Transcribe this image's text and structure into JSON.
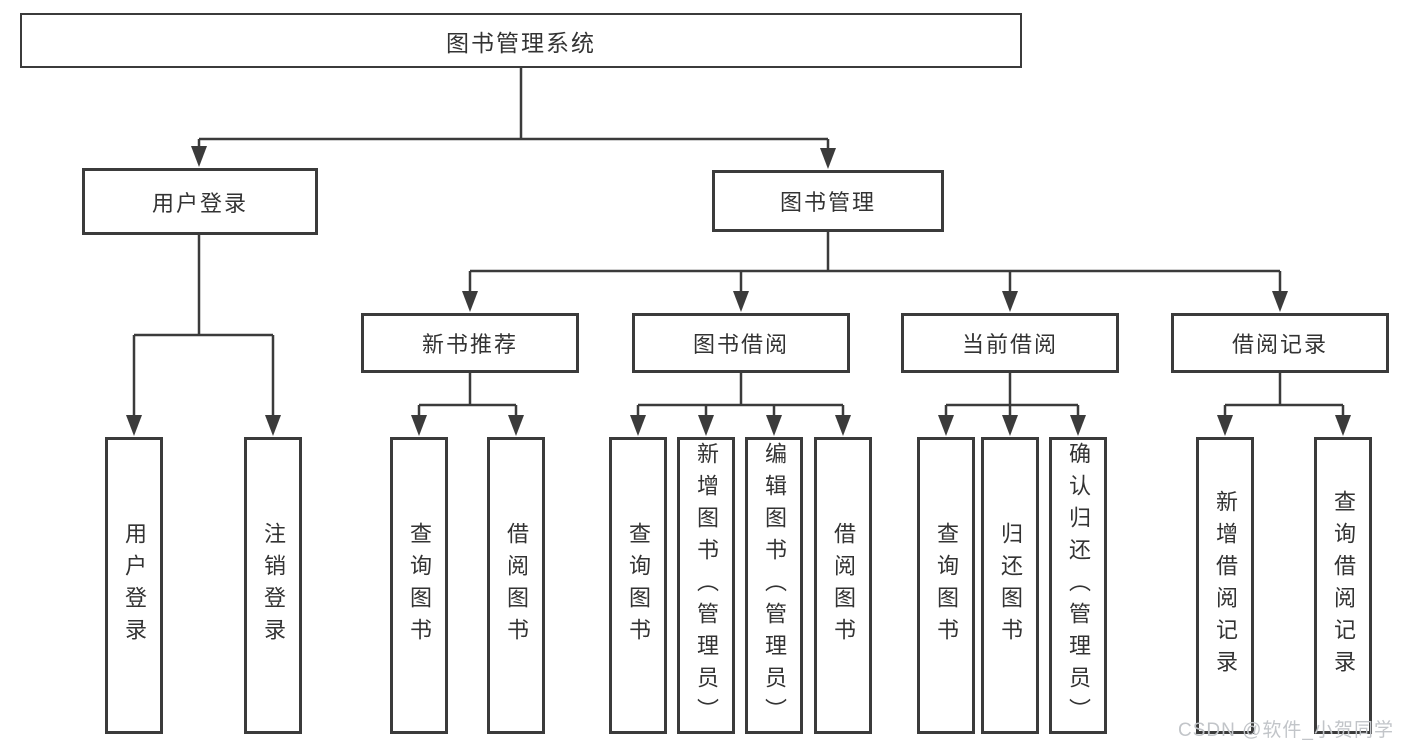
{
  "colors": {
    "line": "#3b3b3b",
    "text": "#333333",
    "watermark": "#c2c5c9",
    "background": "#ffffff"
  },
  "watermark": {
    "text": "CSDN @软件_小贺同学"
  },
  "tree": {
    "root": {
      "label": "图书管理系统"
    },
    "branches": [
      {
        "label": "用户登录",
        "children": [
          {
            "label": "用户登录"
          },
          {
            "label": "注销登录"
          }
        ]
      },
      {
        "label": "图书管理",
        "children": [
          {
            "label": "新书推荐",
            "children": [
              {
                "label": "查询图书"
              },
              {
                "label": "借阅图书"
              }
            ]
          },
          {
            "label": "图书借阅",
            "children": [
              {
                "label": "查询图书"
              },
              {
                "label": "新增图书（管理员）"
              },
              {
                "label": "编辑图书（管理员）"
              },
              {
                "label": "借阅图书"
              }
            ]
          },
          {
            "label": "当前借阅",
            "children": [
              {
                "label": "查询图书"
              },
              {
                "label": "归还图书"
              },
              {
                "label": "确认归还（管理员）"
              }
            ]
          },
          {
            "label": "借阅记录",
            "children": [
              {
                "label": "新增借阅记录"
              },
              {
                "label": "查询借阅记录"
              }
            ]
          }
        ]
      }
    ]
  }
}
